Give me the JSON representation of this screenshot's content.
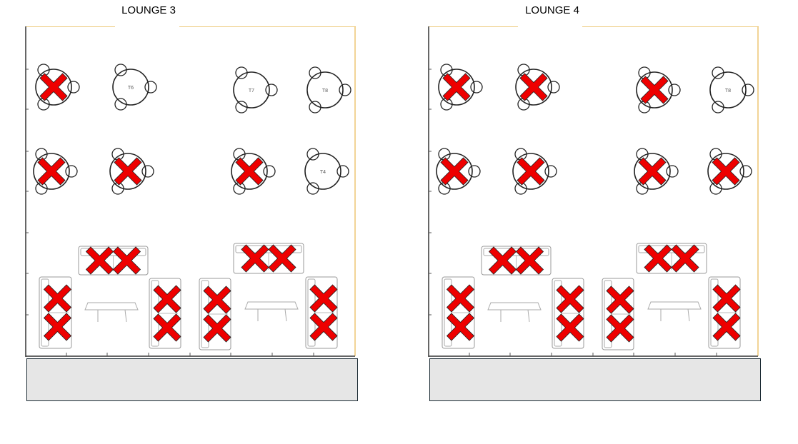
{
  "lounges": [
    {
      "title": "LOUNGE 3",
      "tables": [
        {
          "label": "",
          "reserved": true
        },
        {
          "label": "T6",
          "reserved": false
        },
        {
          "label": "T7",
          "reserved": false
        },
        {
          "label": "T8",
          "reserved": false
        },
        {
          "label": "",
          "reserved": true
        },
        {
          "label": "",
          "reserved": true
        },
        {
          "label": "",
          "reserved": true
        },
        {
          "label": "T4",
          "reserved": false
        }
      ],
      "sofas": [
        {
          "seats_reserved": [
            true,
            true
          ]
        },
        {
          "seats_reserved": [
            true,
            true
          ]
        },
        {
          "seats_reserved": [
            true,
            true
          ]
        },
        {
          "seats_reserved": [
            true,
            true
          ]
        },
        {
          "seats_reserved": [
            true,
            true
          ]
        },
        {
          "seats_reserved": [
            true,
            true
          ]
        }
      ],
      "notes": ""
    },
    {
      "title": "LOUNGE 4",
      "tables": [
        {
          "label": "",
          "reserved": true
        },
        {
          "label": "",
          "reserved": true
        },
        {
          "label": "",
          "reserved": true
        },
        {
          "label": "T8",
          "reserved": false
        },
        {
          "label": "",
          "reserved": true
        },
        {
          "label": "",
          "reserved": true
        },
        {
          "label": "",
          "reserved": true
        },
        {
          "label": "",
          "reserved": true
        }
      ],
      "sofas": [
        {
          "seats_reserved": [
            true,
            true
          ]
        },
        {
          "seats_reserved": [
            true,
            true
          ]
        },
        {
          "seats_reserved": [
            true,
            true
          ]
        },
        {
          "seats_reserved": [
            true,
            true
          ]
        },
        {
          "seats_reserved": [
            true,
            true
          ]
        },
        {
          "seats_reserved": [
            true,
            true
          ]
        }
      ],
      "notes": ""
    }
  ],
  "colors": {
    "reserved": "#ee0000",
    "frame_accent": "#e8b850",
    "note_bg": "#e6e6e6"
  }
}
